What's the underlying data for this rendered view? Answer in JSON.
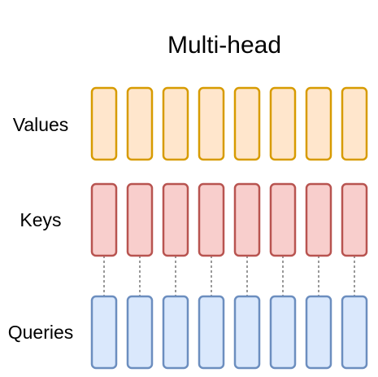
{
  "title": "Multi-head",
  "rows": [
    {
      "label": "Values",
      "fill": "#ffe6cc",
      "stroke": "#d79b00"
    },
    {
      "label": "Keys",
      "fill": "#f8cecc",
      "stroke": "#b85450"
    },
    {
      "label": "Queries",
      "fill": "#dae8fc",
      "stroke": "#6c8ebf"
    }
  ],
  "heads_per_row": 8,
  "connector_color": "#333333"
}
